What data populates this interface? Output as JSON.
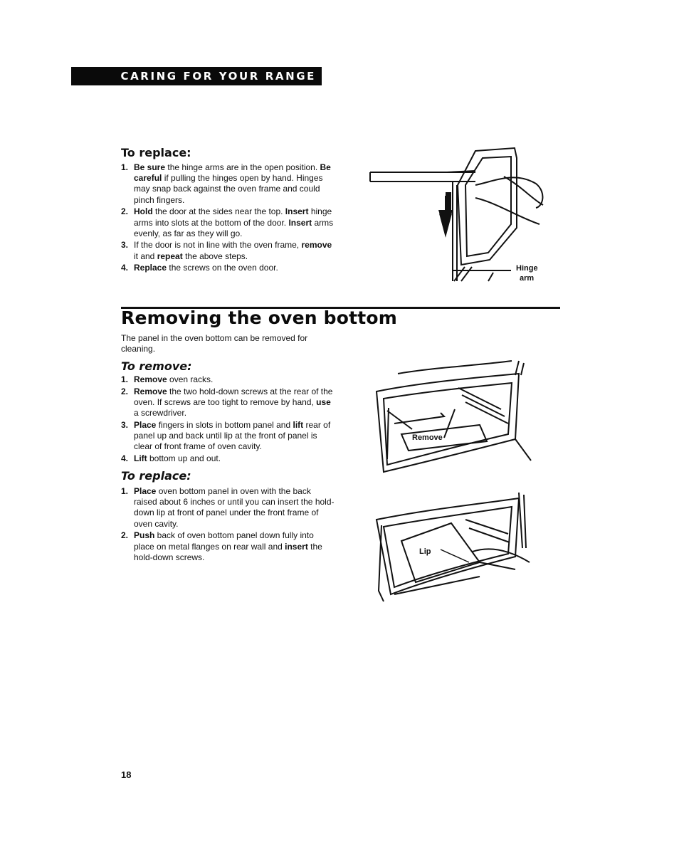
{
  "header": {
    "banner": "CARING FOR YOUR RANGE"
  },
  "door_replace": {
    "heading": "To replace:",
    "steps": [
      {
        "num": "1.",
        "parts": [
          [
            "b",
            "Be sure"
          ],
          [
            "t",
            " the hinge arms are in the open position. "
          ],
          [
            "b",
            "Be careful"
          ],
          [
            "t",
            " if pulling the hinges open by hand. Hinges may snap back against the oven frame and could pinch fingers."
          ]
        ]
      },
      {
        "num": "2.",
        "parts": [
          [
            "b",
            "Hold"
          ],
          [
            "t",
            " the door at the sides near the top. "
          ],
          [
            "b",
            "Insert"
          ],
          [
            "t",
            " hinge arms into slots at the bottom of the door. "
          ],
          [
            "b",
            "Insert"
          ],
          [
            "t",
            " arms evenly, as far as they will go."
          ]
        ]
      },
      {
        "num": "3.",
        "parts": [
          [
            "t",
            "If the door is not in line with the oven frame, "
          ],
          [
            "b",
            "remove"
          ],
          [
            "t",
            " it and "
          ],
          [
            "b",
            "repeat"
          ],
          [
            "t",
            " the above steps."
          ]
        ]
      },
      {
        "num": "4.",
        "parts": [
          [
            "b",
            "Replace"
          ],
          [
            "t",
            " the screws on the oven door."
          ]
        ]
      }
    ],
    "figure": {
      "label_line1": "Hinge",
      "label_line2": "arm"
    }
  },
  "section": {
    "title": "Removing the oven bottom",
    "intro": "The panel in the oven bottom can be removed for cleaning."
  },
  "bottom_remove": {
    "heading": "To remove:",
    "steps": [
      {
        "num": "1.",
        "parts": [
          [
            "b",
            "Remove"
          ],
          [
            "t",
            " oven racks."
          ]
        ]
      },
      {
        "num": "2.",
        "parts": [
          [
            "b",
            "Remove"
          ],
          [
            "t",
            " the two hold-down screws at the rear of the oven. If screws are too tight to remove by hand, "
          ],
          [
            "b",
            "use"
          ],
          [
            "t",
            " a screwdriver."
          ]
        ]
      },
      {
        "num": "3.",
        "parts": [
          [
            "b",
            "Place"
          ],
          [
            "t",
            " fingers in slots in bottom panel and "
          ],
          [
            "b",
            "lift"
          ],
          [
            "t",
            " rear of panel up and back until lip at the front of panel is clear of front frame of oven cavity."
          ]
        ]
      },
      {
        "num": "4.",
        "parts": [
          [
            "b",
            "Lift"
          ],
          [
            "t",
            " bottom up and out."
          ]
        ]
      }
    ],
    "figure": {
      "label": "Remove"
    }
  },
  "bottom_replace": {
    "heading": "To replace:",
    "steps": [
      {
        "num": "1.",
        "parts": [
          [
            "b",
            "Place"
          ],
          [
            "t",
            " oven bottom panel in oven with the back raised about 6 inches or until you can insert the hold-down lip at front of panel under the front frame of oven cavity."
          ]
        ]
      },
      {
        "num": "2.",
        "parts": [
          [
            "b",
            "Push"
          ],
          [
            "t",
            " back of oven bottom panel down fully into place on metal flanges on rear wall and "
          ],
          [
            "b",
            "insert"
          ],
          [
            "t",
            " the hold-down screws."
          ]
        ]
      }
    ],
    "figure": {
      "label": "Lip"
    }
  },
  "footer": {
    "page_number": "18"
  }
}
